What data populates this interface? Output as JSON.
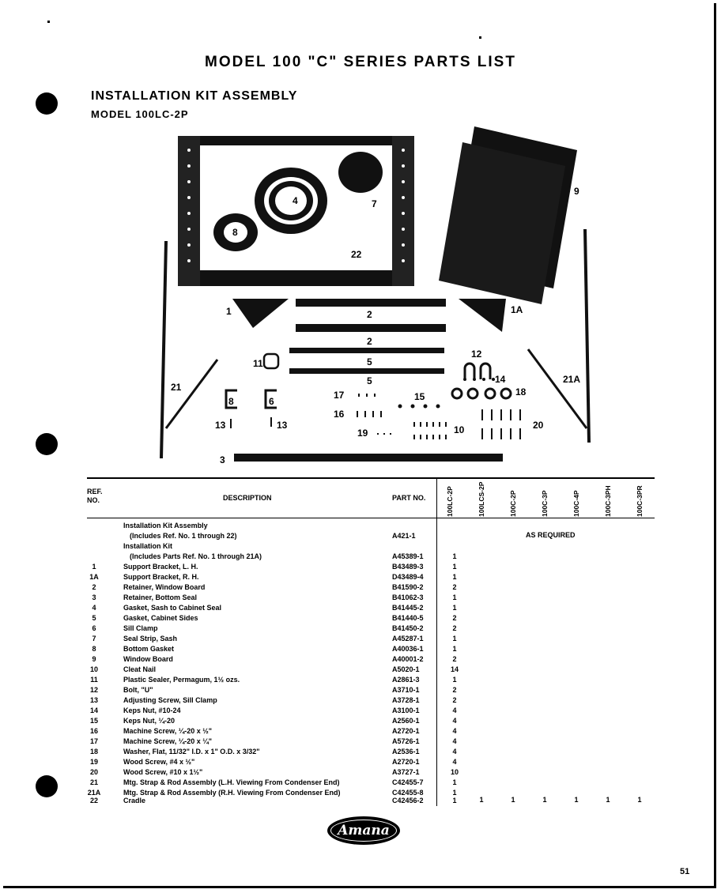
{
  "header": {
    "title": "MODEL 100 \"C\" SERIES PARTS LIST",
    "subtitle": "INSTALLATION KIT ASSEMBLY",
    "model": "MODEL 100LC-2P"
  },
  "diagram_labels": {
    "l1": "1",
    "l1a": "1A",
    "l2a": "2",
    "l2b": "2",
    "l3": "3",
    "l4": "4",
    "l5a": "5",
    "l5b": "5",
    "l6": "6",
    "l7": "7",
    "l8a": "8",
    "l8b": "8",
    "l9": "9",
    "l10": "10",
    "l11": "11",
    "l12": "12",
    "l13a": "13",
    "l13b": "13",
    "l14": "14",
    "l15": "15",
    "l16": "16",
    "l17": "17",
    "l18": "18",
    "l19": "19",
    "l20": "20",
    "l21": "21",
    "l21a": "21A",
    "l22": "22"
  },
  "table": {
    "col_ref": "REF.\nNO.",
    "col_desc": "DESCRIPTION",
    "col_part": "PART NO.",
    "models": [
      "100LC-2P",
      "100LCS-2P",
      "100C-2P",
      "100C-3P",
      "100C-4P",
      "100C-3PH",
      "100C-3PR"
    ],
    "as_required": "AS REQUIRED",
    "rows": [
      {
        "ref": "",
        "desc": "Installation Kit Assembly",
        "part": "",
        "qty": ""
      },
      {
        "ref": "",
        "desc": "(Includes Ref. No. 1 through 22)",
        "part": "A421-1",
        "qty": ""
      },
      {
        "ref": "",
        "desc": "Installation Kit",
        "part": "",
        "qty": ""
      },
      {
        "ref": "",
        "desc": "(Includes Parts Ref. No. 1 through 21A)",
        "part": "A45389-1",
        "qty": "1"
      },
      {
        "ref": "1",
        "desc": "Support Bracket, L. H.",
        "part": "B43489-3",
        "qty": "1"
      },
      {
        "ref": "1A",
        "desc": "Support Bracket, R. H.",
        "part": "D43489-4",
        "qty": "1"
      },
      {
        "ref": "2",
        "desc": "Retainer, Window Board",
        "part": "B41590-2",
        "qty": "2"
      },
      {
        "ref": "3",
        "desc": "Retainer, Bottom Seal",
        "part": "B41062-3",
        "qty": "1"
      },
      {
        "ref": "4",
        "desc": "Gasket, Sash to Cabinet Seal",
        "part": "B41445-2",
        "qty": "1"
      },
      {
        "ref": "5",
        "desc": "Gasket, Cabinet Sides",
        "part": "B41440-5",
        "qty": "2"
      },
      {
        "ref": "6",
        "desc": "Sill Clamp",
        "part": "B41450-2",
        "qty": "2"
      },
      {
        "ref": "7",
        "desc": "Seal Strip, Sash",
        "part": "A45287-1",
        "qty": "1"
      },
      {
        "ref": "8",
        "desc": "Bottom Gasket",
        "part": "A40036-1",
        "qty": "1"
      },
      {
        "ref": "9",
        "desc": "Window Board",
        "part": "A40001-2",
        "qty": "2"
      },
      {
        "ref": "10",
        "desc": "Cleat Nail",
        "part": "A5020-1",
        "qty": "14"
      },
      {
        "ref": "11",
        "desc": "Plastic Sealer, Permagum, 1½ ozs.",
        "part": "A2861-3",
        "qty": "1"
      },
      {
        "ref": "12",
        "desc": "Bolt, \"U\"",
        "part": "A3710-1",
        "qty": "2"
      },
      {
        "ref": "13",
        "desc": "Adjusting Screw, Sill Clamp",
        "part": "A3728-1",
        "qty": "2"
      },
      {
        "ref": "14",
        "desc": "Keps Nut, #10-24",
        "part": "A3100-1",
        "qty": "4"
      },
      {
        "ref": "15",
        "desc": "Keps Nut, ¼-20",
        "part": "A2560-1",
        "qty": "4"
      },
      {
        "ref": "16",
        "desc": "Machine Screw, ¼-20 x ½\"",
        "part": "A2720-1",
        "qty": "4"
      },
      {
        "ref": "17",
        "desc": "Machine Screw, ¼-20 x ¼\"",
        "part": "A5726-1",
        "qty": "4"
      },
      {
        "ref": "18",
        "desc": "Washer, Flat, 11/32\" I.D. x 1\" O.D. x 3/32\"",
        "part": "A2536-1",
        "qty": "4"
      },
      {
        "ref": "19",
        "desc": "Wood Screw, #4 x ½\"",
        "part": "A2720-1",
        "qty": "4"
      },
      {
        "ref": "20",
        "desc": "Wood Screw, #10 x 1½\"",
        "part": "A3727-1",
        "qty": "10"
      },
      {
        "ref": "21",
        "desc": "Mtg. Strap & Rod Assembly (L.H. Viewing From Condenser End)",
        "part": "C42455-7",
        "qty": "1"
      },
      {
        "ref": "21A",
        "desc": "Mtg. Strap & Rod Assembly (R.H. Viewing From Condenser End)",
        "part": "C42455-8",
        "qty": "1"
      },
      {
        "ref": "22",
        "desc": "Cradle",
        "part": "C42456-2",
        "qty": "1"
      }
    ],
    "cradle_qty": [
      "1",
      "1",
      "1",
      "1",
      "1",
      "1"
    ]
  },
  "footer": {
    "logo": "Amana",
    "page": "51"
  }
}
